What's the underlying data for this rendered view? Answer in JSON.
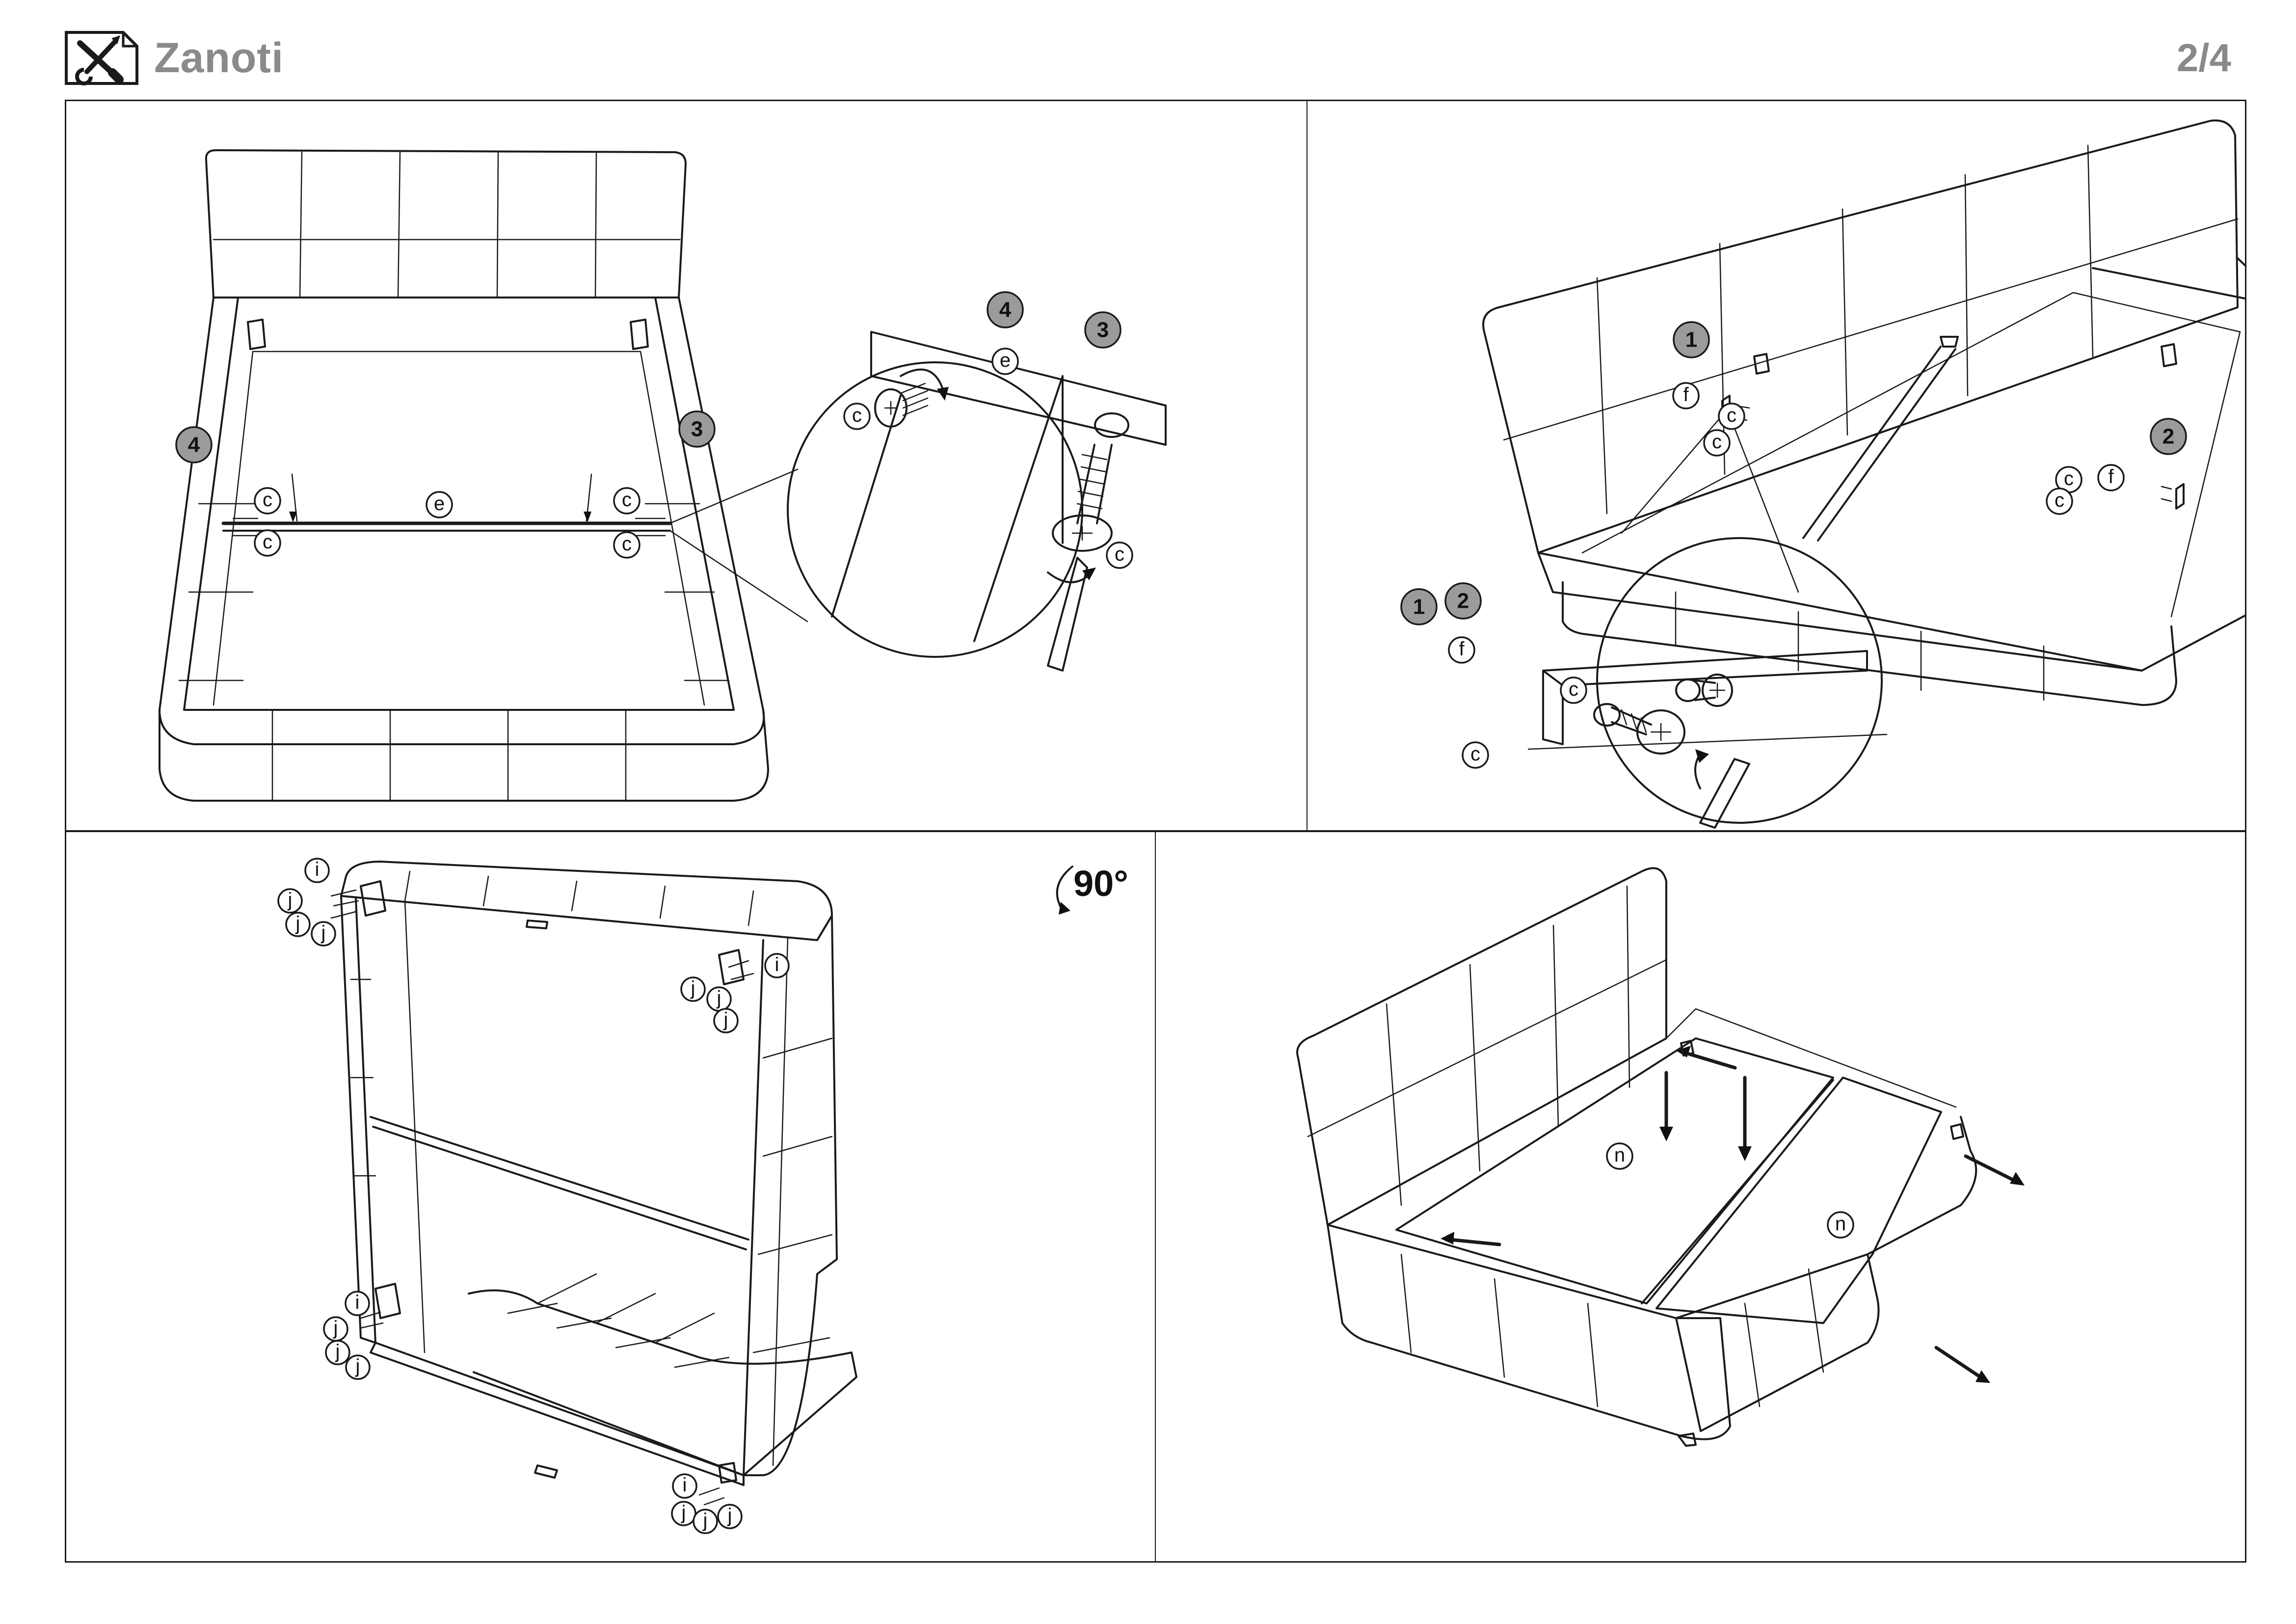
{
  "header": {
    "brand": "Zanoti",
    "page": "2/4",
    "icon": "tools-icon"
  },
  "labels": {
    "c": "c",
    "e": "e",
    "f": "f",
    "i": "i",
    "j": "j",
    "n": "n",
    "step1": "1",
    "step2": "2",
    "step3": "3",
    "step4": "4"
  },
  "rotation": "90°",
  "colors": {
    "line": "#1a1a1a",
    "brand": "#8a8a8a",
    "step_badge": "#9b9b9b"
  }
}
